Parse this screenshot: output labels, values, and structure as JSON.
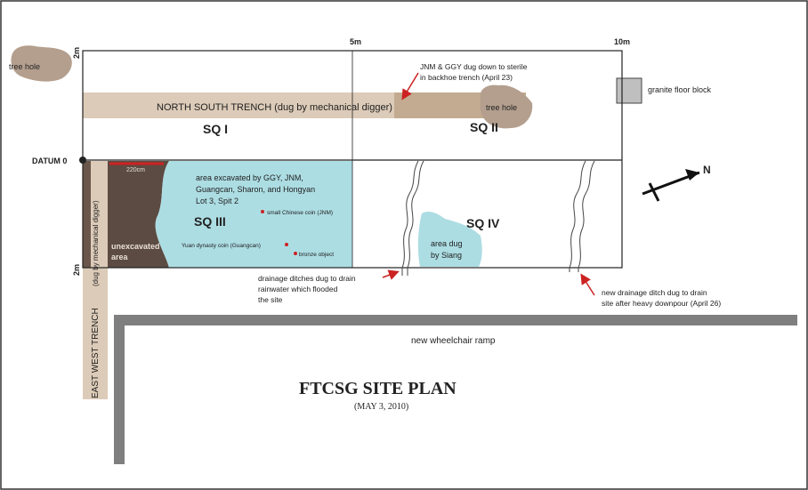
{
  "title": "FTCSG SITE PLAN",
  "subtitle": "(MAY 3, 2010)",
  "scale": {
    "mark_2m_top": "2m",
    "mark_5m": "5m",
    "mark_10m": "10m",
    "mark_2m_left": "2m",
    "datum": "DATUM 0"
  },
  "squares": {
    "sq1": "SQ I",
    "sq2": "SQ II",
    "sq3": "SQ III",
    "sq4": "SQ IV"
  },
  "features": {
    "north_south_trench": "NORTH SOUTH TRENCH (dug by mechanical digger)",
    "east_west_trench_outside": "EAST WEST TRENCH",
    "east_west_trench_inside": "(dug by mechanical digger)",
    "tree_hole_left": "tree hole",
    "tree_hole_right": "tree hole",
    "granite": "granite floor block",
    "unexcavated_1": "unexcavated",
    "unexcavated_2": "area",
    "measure": "220cm",
    "ramp": "new wheelchair ramp",
    "area_siang_1": "area dug",
    "area_siang_2": "by Siang"
  },
  "sq3_area_lines": [
    "area excavated by GGY, JNM,",
    "Guangcan, Sharon, and Hongyan",
    "Lot 3, Spit 2"
  ],
  "finds": {
    "small_coin": "small Chinese coin (JNM)",
    "yuan_coin": "Yuan dynasty coin (Guangcan)",
    "bronze": "bronze object"
  },
  "annotations": {
    "sterile": [
      "JNM & GGY dug down to sterile",
      "in backhoe trench (April 23)"
    ],
    "drainage": [
      "drainage ditches dug to drain",
      "rainwater which flooded",
      "the site"
    ],
    "new_ditch": [
      "new drainage ditch dug to drain",
      "site after heavy downpour (April 26)"
    ]
  },
  "north_arrow": "N",
  "colors": {
    "trench": "#dccbb8",
    "trench_dark": "#c2ab90",
    "unexcavated": "#5c4b42",
    "excavated": "#acdde3",
    "tree_hole": "#b49f8e",
    "ramp": "#7f7f7f",
    "arrow": "#cc2222"
  }
}
